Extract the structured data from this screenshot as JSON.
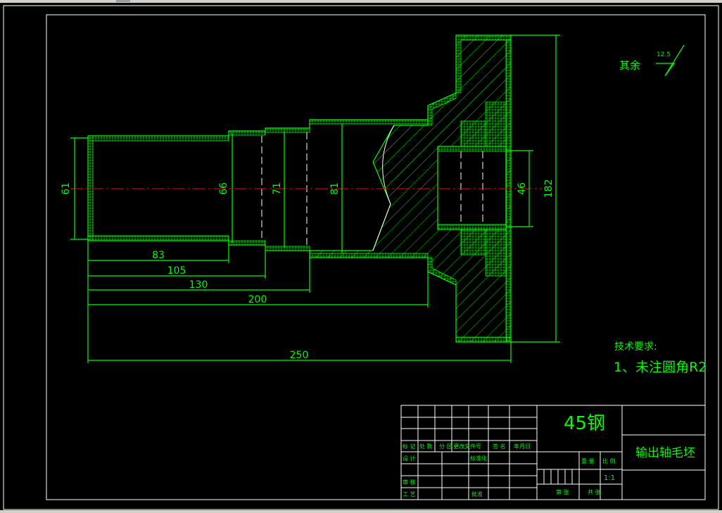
{
  "colors": {
    "background": "#000000",
    "outline": "#00ff00",
    "frame": "#ffffff",
    "centerline": "#ff0000",
    "accent": "#ffff00"
  },
  "drawing": {
    "diameters": [
      "61",
      "66",
      "71",
      "81",
      "46",
      "182"
    ],
    "lengths": [
      "83",
      "105",
      "130",
      "200",
      "250"
    ]
  },
  "surface_finish": {
    "label": "其余",
    "value": "12.5"
  },
  "tech_requirements": {
    "title": "技术要求:",
    "item": "1、未注圆角R2"
  },
  "title_block": {
    "material": "45钢",
    "part_name": "输出轴毛坯",
    "scale": "1:1",
    "headers": [
      "标 记",
      "处 数",
      "分 区",
      "更改文件号",
      "签 名",
      "年月日"
    ],
    "row_labels": [
      "设 计",
      "标准化",
      "审 核",
      "工 艺",
      "批准"
    ],
    "right_headers": [
      "重 量",
      "比 例"
    ],
    "sheet_labels": [
      "第 张",
      "共 张"
    ]
  }
}
